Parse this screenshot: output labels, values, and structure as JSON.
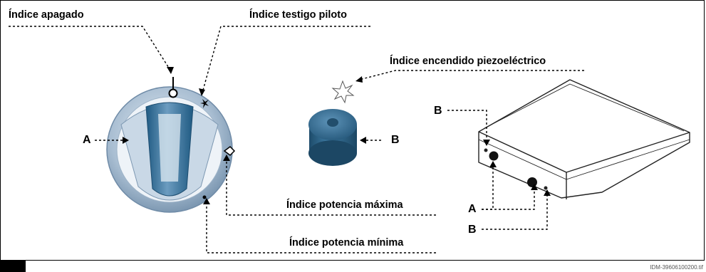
{
  "labels": {
    "indice_apagado": "Índice apagado",
    "indice_testigo_piloto": "Índice testigo piloto",
    "indice_encendido_piezo": "Índice encendido piezoeléctrico",
    "indice_potencia_maxima": "Índice potencia máxima",
    "indice_potencia_minima": "Índice potencia mínima",
    "letter_a_knob": "A",
    "letter_b_button": "B",
    "letter_b_panel_top": "B",
    "letter_a_panel": "A",
    "letter_b_panel_bottom": "B"
  },
  "file_reference": "IDM-39606100200.tif",
  "colors": {
    "knob_ring": "#9fb6cc",
    "knob_blue": "#2f6f98",
    "button_blue": "#2c5f80",
    "leader_line": "#000000"
  }
}
